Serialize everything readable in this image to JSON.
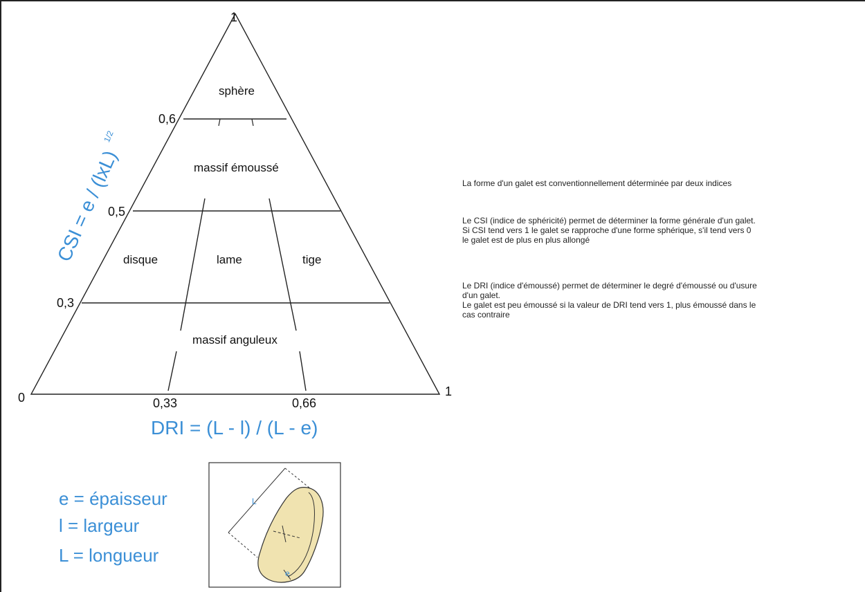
{
  "triangle": {
    "apex_label": "1",
    "origin_label": "0",
    "right_label": "1",
    "csi_ticks": [
      "0,6",
      "0,5",
      "0,3"
    ],
    "dri_ticks": [
      "0,33",
      "0,66"
    ]
  },
  "regions": {
    "sphere": "sphère",
    "massif_emousse": "massif émoussé",
    "disque": "disque",
    "lame": "lame",
    "tige": "tige",
    "massif_anguleux": "massif anguleux"
  },
  "axes": {
    "csi_formula": "CSI = e / (lxL)",
    "csi_exponent": "1/2",
    "dri_formula": "DRI = (L - l) / (L - e)"
  },
  "legend": {
    "e": "e = épaisseur",
    "l": "l = largeur",
    "L": "L = longueur"
  },
  "pebble": {
    "L_label": "L",
    "e_label": "e"
  },
  "text": {
    "intro": "La forme d'un galet est conventionnellement déterminée par deux indices",
    "csi_1": "Le CSI (indice de sphéricité) permet de déterminer la forme générale d'un galet.",
    "csi_2": "Si CSI tend vers 1 le galet se rapproche d'une forme sphérique, s'il tend vers 0",
    "csi_3": "le galet est de plus en plus allongé",
    "dri_1": "Le DRI (indice d'émoussé) permet de déterminer le degré d'émoussé ou d'usure",
    "dri_2": "d'un galet.",
    "dri_3": "Le galet est peu émoussé si la valeur de DRI tend vers 1, plus émoussé dans le",
    "dri_4": "cas contraire"
  },
  "colors": {
    "accent_blue": "#3b8fd6",
    "pebble_fill": "#f0e3b0"
  }
}
